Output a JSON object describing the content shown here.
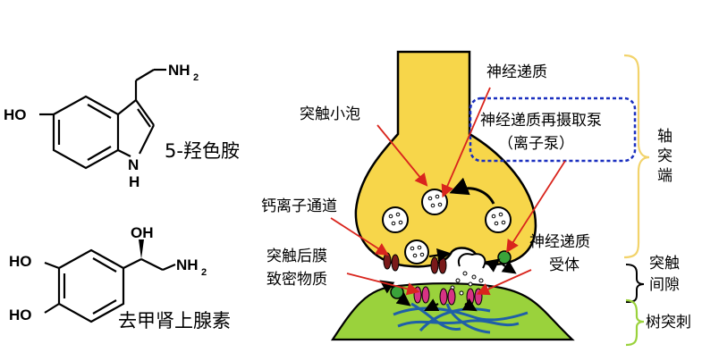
{
  "colors": {
    "axon_fill": "#f7d64a",
    "dendrite_fill": "#9ad23c",
    "arrow_red": "#d9251d",
    "pump_box": "#1a2fbf",
    "channel": "#7a1a1a",
    "receptor": "#d63384",
    "transporter": "#3aa33a",
    "brace": "#f2d36b",
    "fiber": "#1f5fa8"
  },
  "molecules": {
    "serotonin": {
      "name": "5-羟色胺",
      "amine": "NH",
      "amine_sub": "2",
      "hydroxyl": "HO",
      "ring_nh": "N",
      "ring_h": "H"
    },
    "norepinephrine": {
      "name": "去甲肾上腺素",
      "oh_top": "OH",
      "amine": "NH",
      "amine_sub": "2",
      "hydroxyl_1": "HO",
      "hydroxyl_2": "HO"
    }
  },
  "synapse": {
    "labels": {
      "neurotransmitter": "神经递质",
      "reuptake_pump_line1": "神经递质再摄取泵",
      "reuptake_pump_line2": "（离子泵）",
      "vesicle": "突触小泡",
      "calcium_channel": "钙离子通道",
      "postsynaptic_density_line1": "突触后膜",
      "postsynaptic_density_line2": "致密物质",
      "receptor_line1": "神经递质",
      "receptor_line2": "受体"
    },
    "regions": {
      "axon_terminal_1": "轴",
      "axon_terminal_2": "突",
      "axon_terminal_3": "端",
      "synaptic_cleft_1": "突触",
      "synaptic_cleft_2": "间隙",
      "dendritic_spine": "树突刺"
    }
  }
}
